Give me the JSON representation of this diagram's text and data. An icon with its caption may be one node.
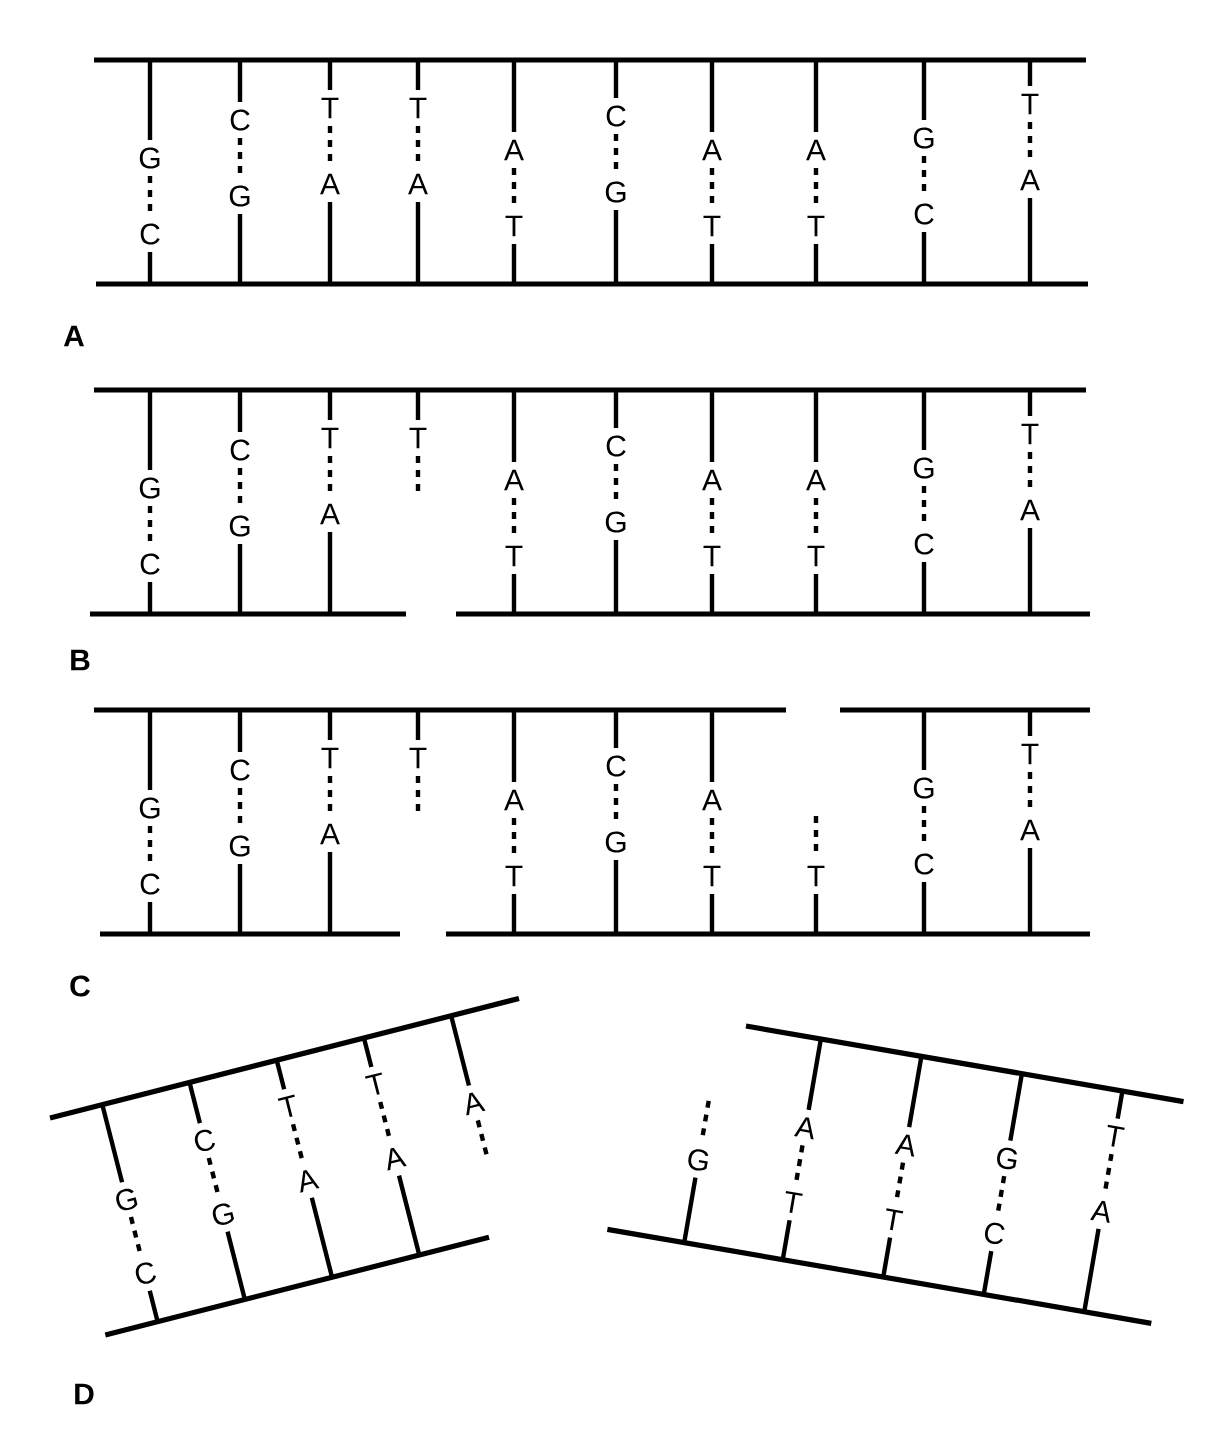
{
  "diagram": {
    "labels": [
      "G",
      "C",
      "C",
      "G",
      "T",
      "A",
      "T",
      "A",
      "A",
      "T",
      "C",
      "G",
      "A",
      "T",
      "A",
      "T",
      "G",
      "C",
      "T",
      "A",
      "A",
      "G",
      "C",
      "C",
      "G",
      "T",
      "A",
      "T",
      "A",
      "T",
      "C",
      "G",
      "A",
      "T",
      "A",
      "T",
      "G",
      "C",
      "T",
      "A",
      "B",
      "G",
      "C",
      "C",
      "G",
      "T",
      "A",
      "T",
      "A",
      "T",
      "C",
      "G",
      "A",
      "T",
      "T",
      "G",
      "C",
      "T",
      "A",
      "C",
      "G",
      "C",
      "C",
      "G",
      "T",
      "A",
      "T",
      "A",
      "A",
      "G",
      "A",
      "T",
      "A",
      "T",
      "G",
      "C",
      "T",
      "A",
      "D"
    ]
  }
}
